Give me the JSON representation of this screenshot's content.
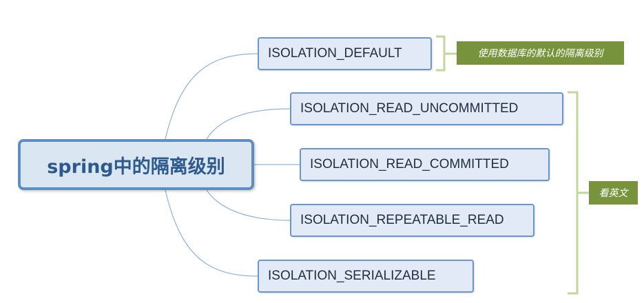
{
  "root": {
    "label": "spring中的隔离级别"
  },
  "children": [
    {
      "label": "ISOLATION_DEFAULT"
    },
    {
      "label": "ISOLATION_READ_UNCOMMITTED"
    },
    {
      "label": "ISOLATION_READ_COMMITTED"
    },
    {
      "label": "ISOLATION_REPEATABLE_READ"
    },
    {
      "label": "ISOLATION_SERIALIZABLE"
    }
  ],
  "notes": [
    {
      "label": "使用数据库的默认的隔离级别"
    },
    {
      "label": "看英文"
    }
  ],
  "colors": {
    "connector": "#8fb3d9",
    "bracket": "#c3d69b",
    "note_bg": "#77933c",
    "node_border": "#6b96c9",
    "root_border": "#5b8ec2"
  }
}
